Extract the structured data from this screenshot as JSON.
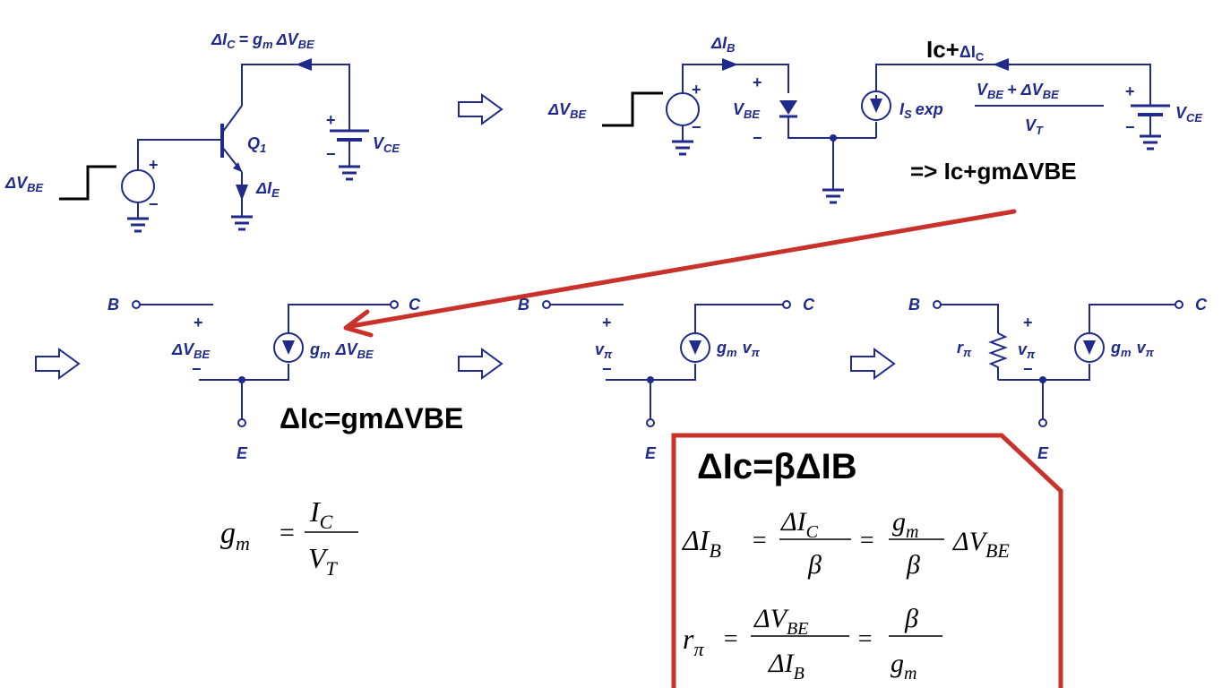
{
  "colors": {
    "circuit": "#1f2a8a",
    "annotation": "#c8322a",
    "ink": "#000000"
  },
  "labels": {
    "delta_ic_eq_gm": "ΔI",
    "ic_sub": "C",
    "eq_gm": "= g",
    "gm_sub": "m",
    "dvbe": "ΔV",
    "be_sub": "BE",
    "q1": "Q",
    "q1_sub": "1",
    "dIE": "ΔI",
    "ie_sub": "E",
    "vce": "V",
    "ce_sub": "CE",
    "dIB": "ΔI",
    "ib_sub": "B",
    "vbe": "V",
    "is_exp": "I",
    "s_sub": "S",
    "exp_word": "exp",
    "vbe_plus": "V",
    "plus_dvbe": "+ ΔV",
    "vt": "V",
    "t_sub": "T",
    "node_B": "B",
    "node_C": "C",
    "node_E": "E",
    "plus": "+",
    "minus": "−",
    "gm_label": "g",
    "v_pi": "v",
    "pi": "π",
    "r_pi": "r"
  },
  "handwriting": {
    "ic_plus_dic": "Ic+",
    "dIC": "ΔI",
    "result": "=> Ic+gmΔVBE",
    "dIc_eq": "ΔIc=gmΔVBE",
    "box_title": "ΔIc=βΔIB"
  },
  "formulas": {
    "gm_lhs": "g",
    "gm_sub": "m",
    "gm_num": "I",
    "gm_num_sub": "C",
    "gm_den": "V",
    "gm_den_sub": "T",
    "dIB_lhs": "ΔI",
    "dIB_sub": "B",
    "dIC_num": "ΔI",
    "dIC_num_sub": "C",
    "beta": "β",
    "gm_num2": "g",
    "gm_num2_sub": "m",
    "dVBE": "ΔV",
    "dVBE_sub": "BE",
    "rpi_lhs": "r",
    "rpi_sub": "π",
    "dVBE_num": "ΔV",
    "dVBE_num_sub": "BE",
    "dIB_den": "ΔI",
    "dIB_den_sub": "B",
    "beta2": "β",
    "gm_den2": "g",
    "gm_den2_sub": "m",
    "eq": "="
  }
}
